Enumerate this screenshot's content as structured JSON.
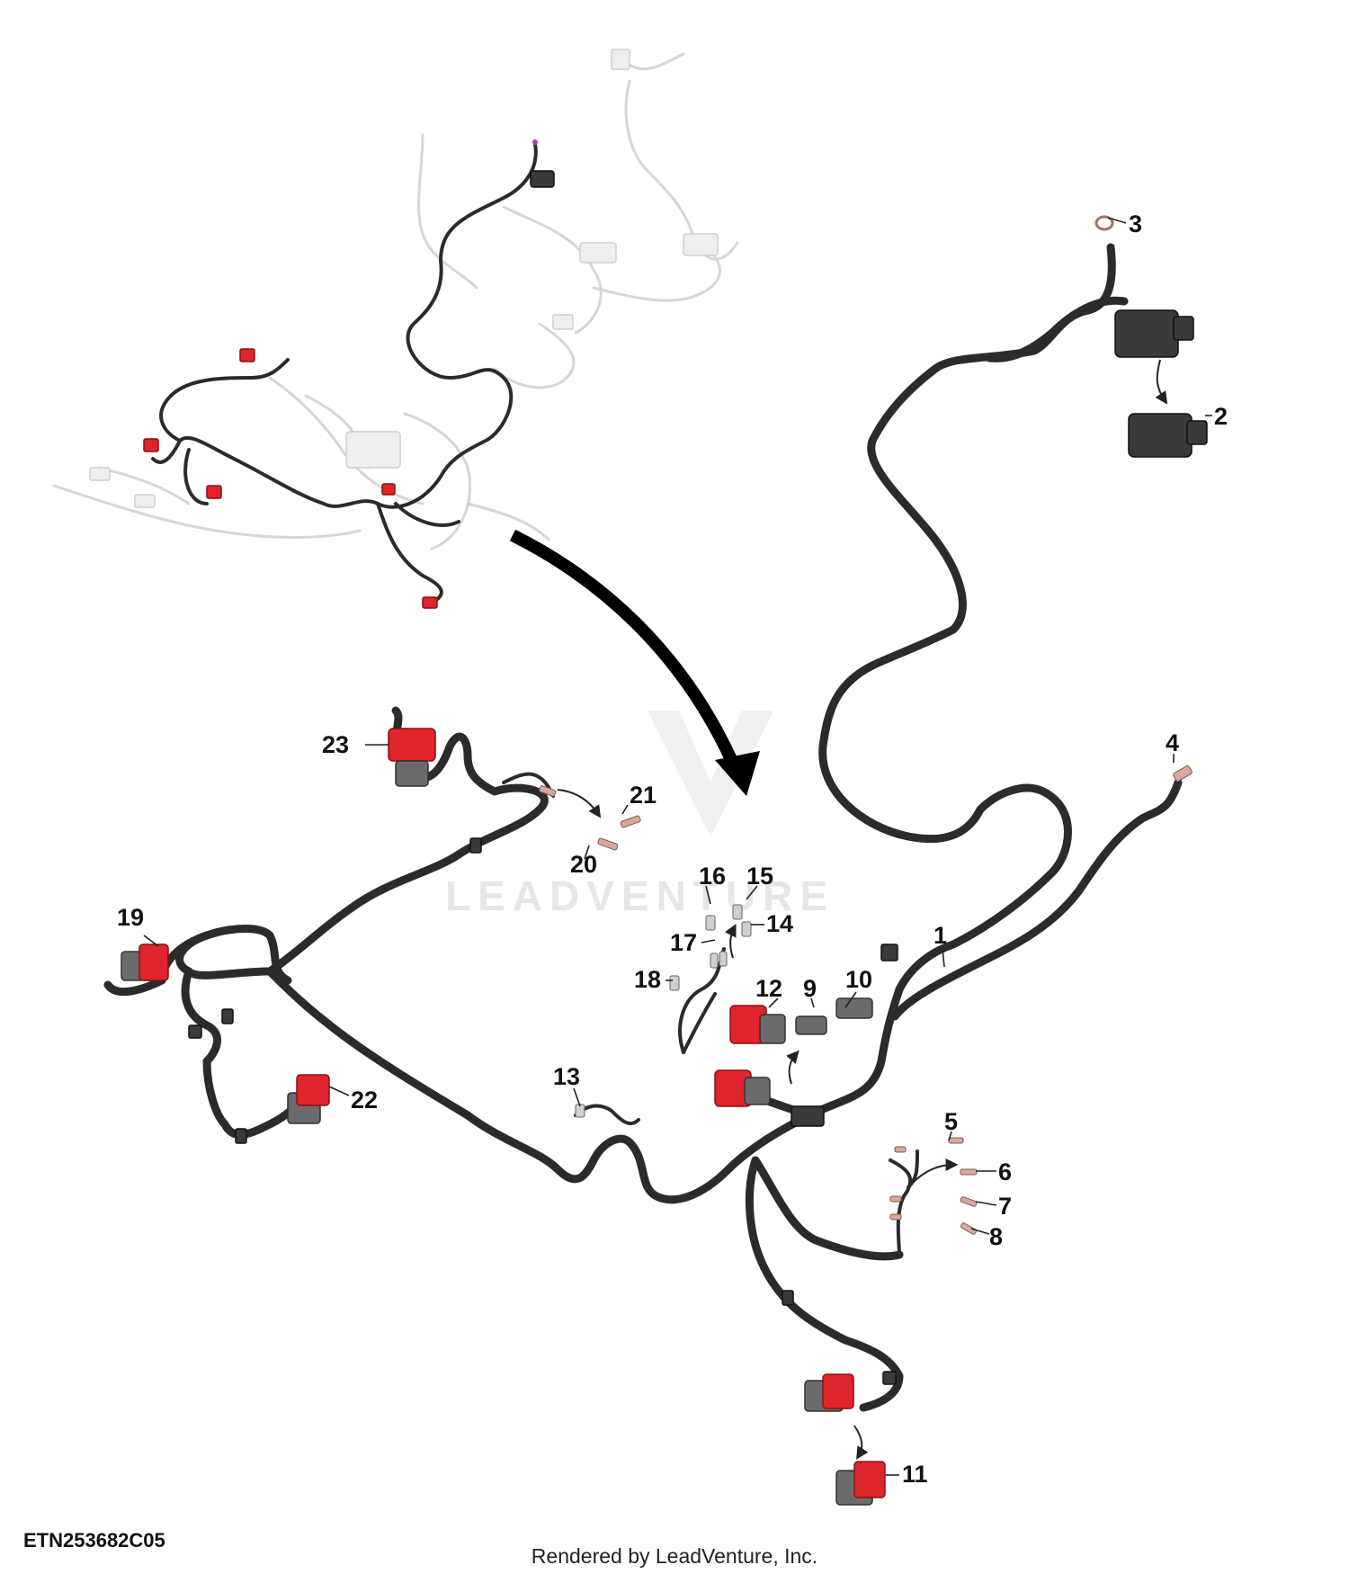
{
  "figure_id": "ETN253682C05",
  "credit": "Rendered by LeadVenture, Inc.",
  "watermark": "LEADVENTURE",
  "callouts": [
    "1",
    "2",
    "3",
    "4",
    "5",
    "6",
    "7",
    "8",
    "9",
    "10",
    "11",
    "12",
    "13",
    "14",
    "15",
    "16",
    "17",
    "18",
    "19",
    "20",
    "21",
    "22",
    "23"
  ],
  "colors": {
    "connector_red": "#e0242b",
    "harness": "#2b2b2b",
    "ghost": "#d6d6d6",
    "terminal": "#d9a89a"
  }
}
